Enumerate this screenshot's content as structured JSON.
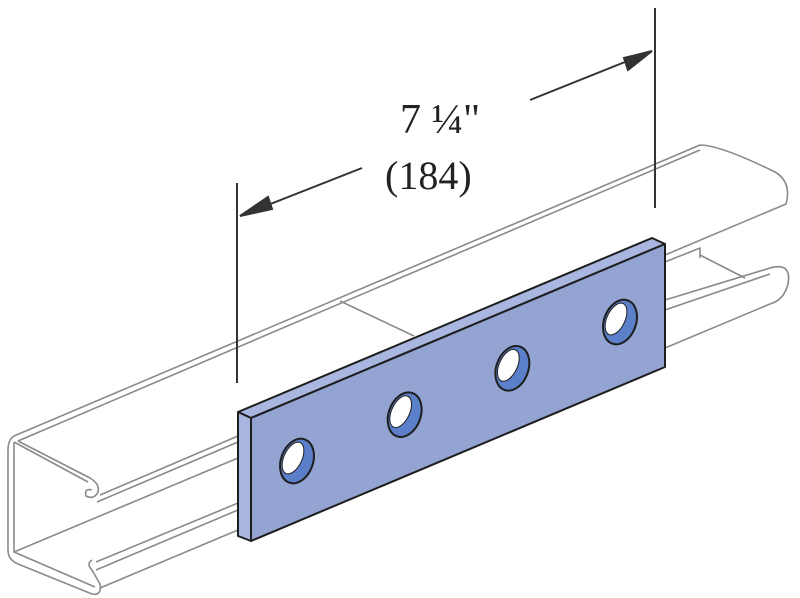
{
  "dimension": {
    "imperial": "7 ¼\"",
    "metric": "(184)"
  },
  "part": {
    "hole_count": 4,
    "plate_color": "#93a3d2",
    "hole_color": "#5b7fc9",
    "channel_color": "#8a8a8a"
  }
}
